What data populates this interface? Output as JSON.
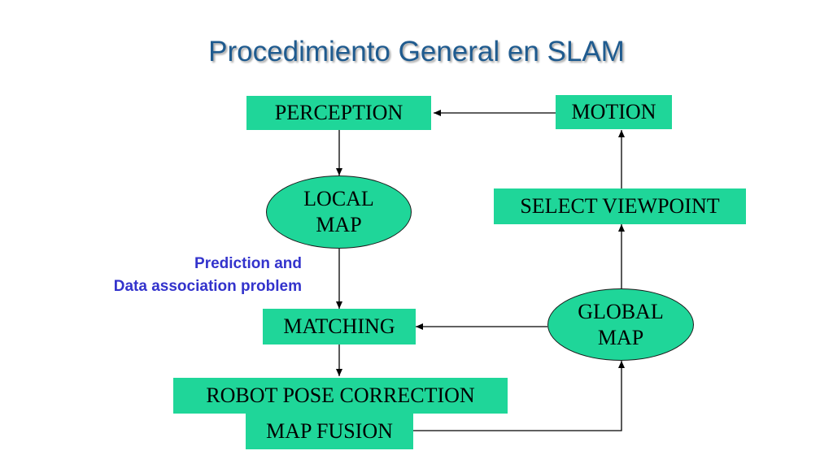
{
  "title": "Procedimiento General en SLAM",
  "nodes": {
    "perception": "PERCEPTION",
    "motion": "MOTION",
    "local_map_line1": "LOCAL",
    "local_map_line2": "MAP",
    "select_viewpoint": "SELECT VIEWPOINT",
    "global_map_line1": "GLOBAL",
    "global_map_line2": "MAP",
    "matching": "MATCHING",
    "robot_pose_correction": "ROBOT POSE CORRECTION",
    "map_fusion": "MAP FUSION"
  },
  "annotation": {
    "line1": "Prediction and",
    "line2": "Data association problem"
  },
  "colors": {
    "node_fill": "#1fd699",
    "title": "#1f5b8f",
    "annotation": "#3333cc"
  }
}
